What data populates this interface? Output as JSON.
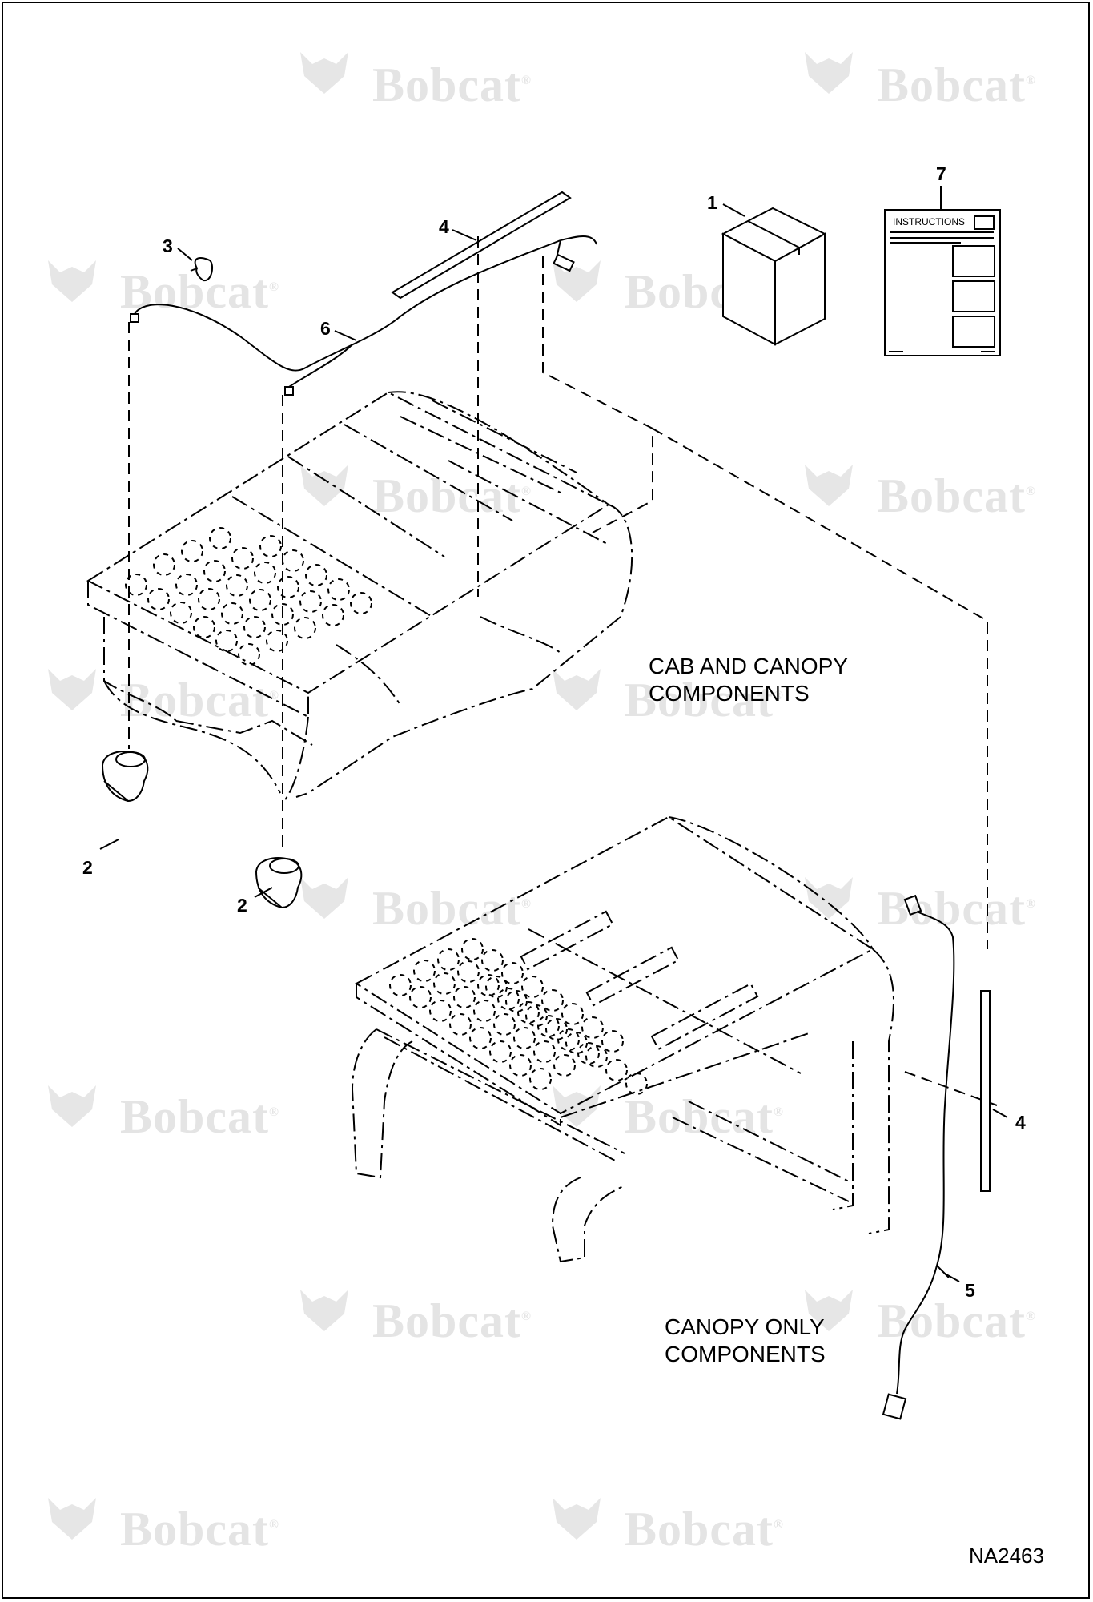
{
  "watermark": {
    "brand": "Bobcat",
    "mark": "®"
  },
  "callouts": [
    {
      "id": "item-1",
      "text": "1"
    },
    {
      "id": "item-2a",
      "text": "2"
    },
    {
      "id": "item-2b",
      "text": "2"
    },
    {
      "id": "item-3",
      "text": "3"
    },
    {
      "id": "item-4a",
      "text": "4"
    },
    {
      "id": "item-4b",
      "text": "4"
    },
    {
      "id": "item-5",
      "text": "5"
    },
    {
      "id": "item-6",
      "text": "6"
    },
    {
      "id": "item-7",
      "text": "7"
    }
  ],
  "instructions_sheet": {
    "title": "INSTRUCTIONS"
  },
  "groups": {
    "cab": {
      "line1": "CAB AND CANOPY",
      "line2": "COMPONENTS"
    },
    "canopy": {
      "line1": "CANOPY ONLY",
      "line2": "COMPONENTS"
    }
  },
  "figure_code": "NA2463"
}
